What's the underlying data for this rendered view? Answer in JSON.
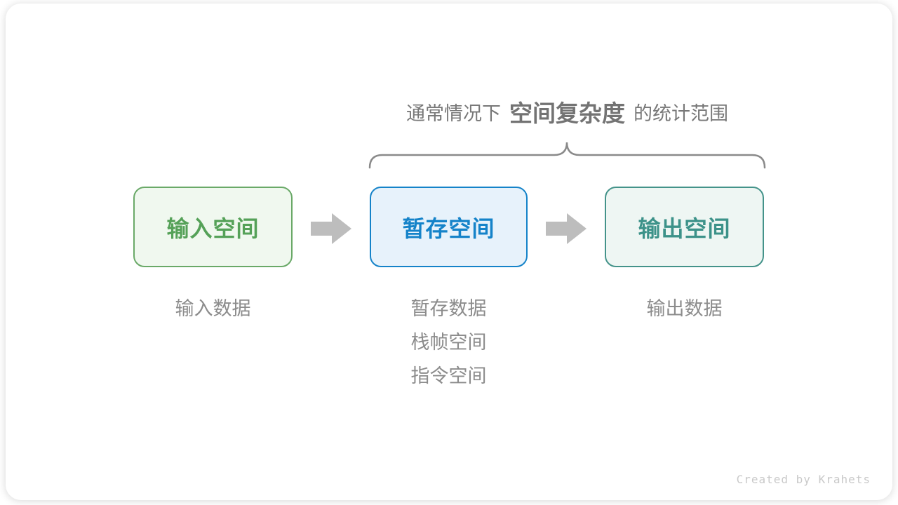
{
  "annotation": {
    "prefix": "通常情况下",
    "emphasis": "空间复杂度",
    "suffix": "的统计范围"
  },
  "nodes": [
    {
      "label": "输入空间",
      "fill": "#f0f8ef",
      "border": "#6aa968",
      "text": "#55a158",
      "notes": [
        "输入数据"
      ]
    },
    {
      "label": "暂存空间",
      "fill": "#e7f2fb",
      "border": "#1583c9",
      "text": "#1583c9",
      "notes": [
        "暂存数据",
        "栈帧空间",
        "指令空间"
      ]
    },
    {
      "label": "输出空间",
      "fill": "#eef6f3",
      "border": "#44938a",
      "text": "#3c9289",
      "notes": [
        "输出数据"
      ]
    }
  ],
  "colors": {
    "arrow": "#bdbdbd",
    "brace": "#8a8a8a",
    "annotation_text": "#787878",
    "note_text": "#8c8c8c",
    "credit_text": "#c9c9c9",
    "card_bg": "#ffffff"
  },
  "footer": {
    "credit": "Created by Krahets"
  }
}
